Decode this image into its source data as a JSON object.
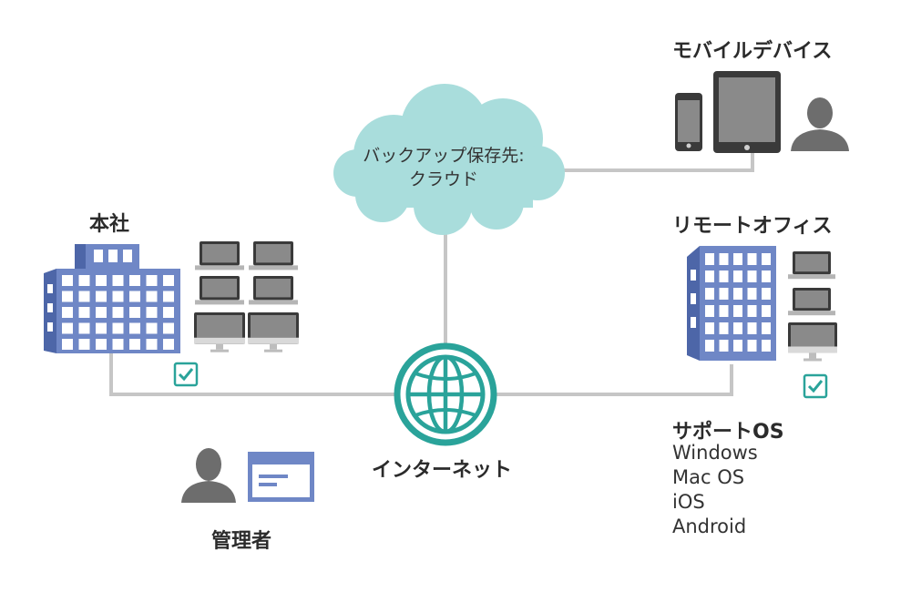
{
  "labels": {
    "headquarters": "本社",
    "mobile_devices": "モバイルデバイス",
    "remote_office": "リモートオフィス",
    "internet": "インターネット",
    "administrator": "管理者",
    "cloud_line1": "バックアップ保存先:",
    "cloud_line2": "クラウド",
    "supported_os_title": "サポートOS"
  },
  "supported_os": [
    "Windows",
    "Mac OS",
    "iOS",
    "Android"
  ],
  "colors": {
    "line": "#c6c6c6",
    "cloud": "#a9dddc",
    "building": "#6f87c6",
    "building_dark": "#4d66a8",
    "globe": "#2aa39a",
    "check": "#2aa39a",
    "device": "#4a4a4a",
    "person": "#6d6d6d"
  }
}
